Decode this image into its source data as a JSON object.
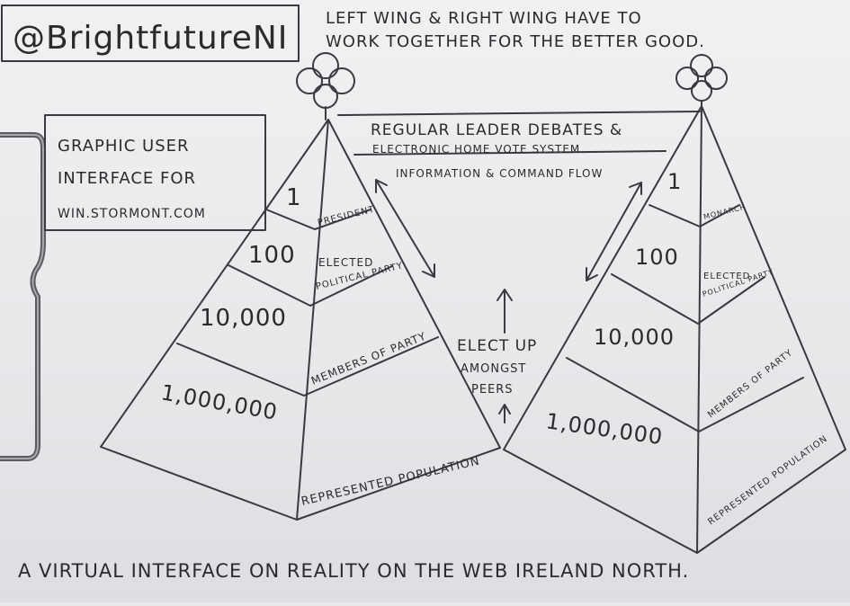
{
  "handle": "@BrightfutureNI",
  "headline_1": "LEFT WING & RIGHT WING HAVE TO",
  "headline_2": "WORK TOGETHER FOR THE BETTER GOOD.",
  "gui_box": {
    "line1": "GRAPHIC USER",
    "line2": "INTERFACE FOR",
    "url": "WIN.STORMONT.COM"
  },
  "bridge": {
    "line1": "REGULAR LEADER DEBATES &",
    "line2": "ELECTRONIC HOME VOTE SYSTEM",
    "flow": "INFORMATION & COMMAND FLOW"
  },
  "elect": {
    "line1": "ELECT UP",
    "line2": "AMONGST",
    "line3": "PEERS"
  },
  "left_pyramid": {
    "tiers": [
      {
        "count": "1",
        "label": "PRESIDENT"
      },
      {
        "count": "100",
        "label1": "ELECTED",
        "label2": "POLITICAL PARTY"
      },
      {
        "count": "10,000",
        "label": "MEMBERS OF PARTY"
      },
      {
        "count": "1,000,000",
        "label": "REPRESENTED POPULATION"
      }
    ]
  },
  "right_pyramid": {
    "tiers": [
      {
        "count": "1",
        "label": "MONARCH"
      },
      {
        "count": "100",
        "label1": "ELECTED",
        "label2": "POLITICAL PARTY"
      },
      {
        "count": "10,000",
        "label": "MEMBERS OF PARTY"
      },
      {
        "count": "1,000,000",
        "label": "REPRESENTED POPULATION"
      }
    ]
  },
  "footer": "A VIRTUAL INTERFACE ON REALITY ON THE WEB IRELAND NORTH.",
  "colors": {
    "ink": "#3a3a3e",
    "paper": "#eceaee",
    "clip": "#5a5c60"
  }
}
